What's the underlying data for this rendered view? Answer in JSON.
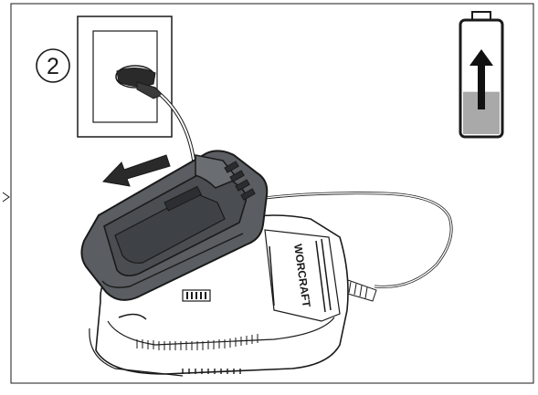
{
  "step": {
    "number": "2"
  },
  "brand": {
    "name": "WORCRAFT"
  },
  "indicators": {
    "charge_level": 0.38,
    "arrow_direction": "up",
    "slide_arrow_direction": "left"
  },
  "icons": [
    "wall-socket-icon",
    "battery-charging-icon",
    "slide-left-arrow-icon"
  ],
  "colors": {
    "line": "#1a1a1a",
    "battery_body": "#5a5d61",
    "battery_panel": "#4a4d51",
    "charge_fill": "#a9a9a9",
    "background": "#ffffff"
  }
}
